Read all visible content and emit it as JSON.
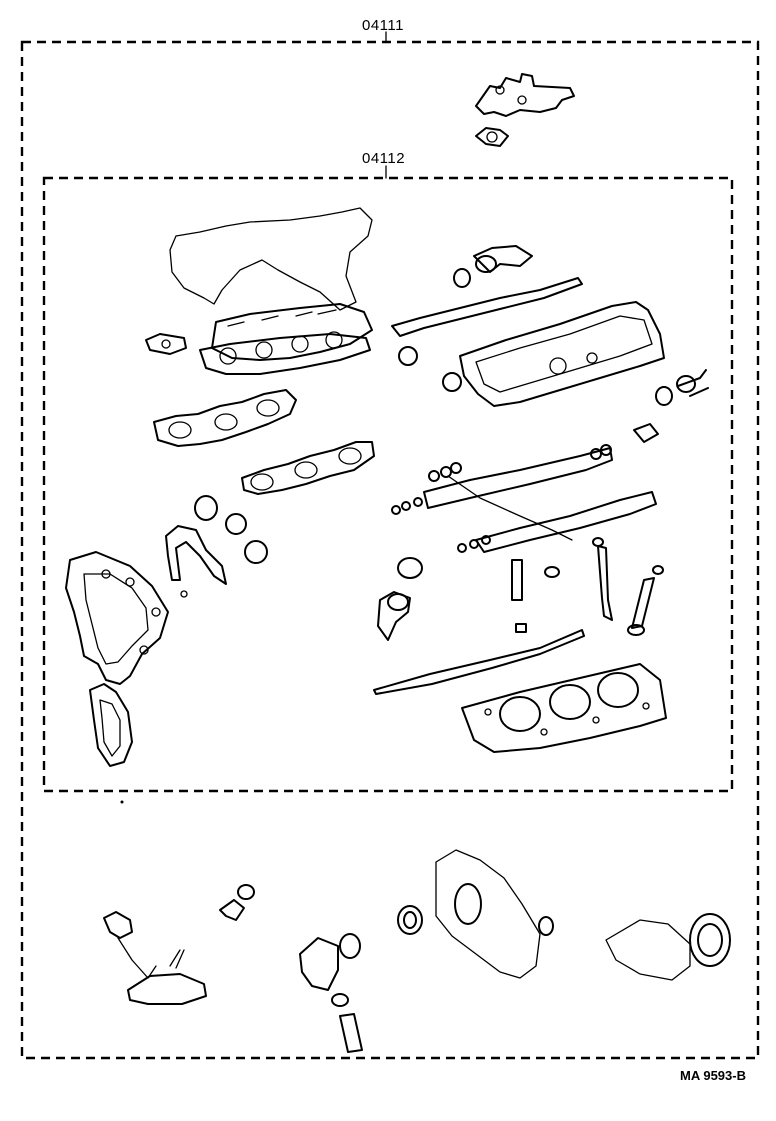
{
  "outer_kit": {
    "part_number": "04111"
  },
  "inner_kit": {
    "part_number": "04112"
  },
  "reference_code": "MA 9593-B"
}
